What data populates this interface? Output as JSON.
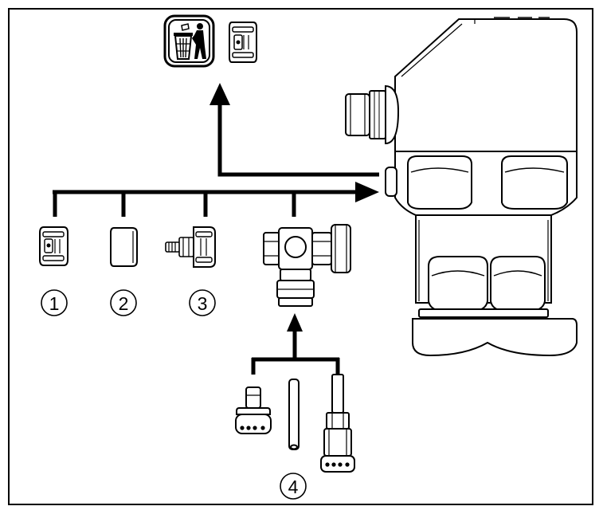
{
  "callouts": {
    "c1": "1",
    "c2": "2",
    "c3": "3",
    "c4": "4"
  },
  "icons": {
    "disposal": "trash-bin-disposal-icon"
  },
  "colors": {
    "line": "#000000",
    "part_fill": "#ffffff",
    "shade": "#c8c8c8"
  }
}
